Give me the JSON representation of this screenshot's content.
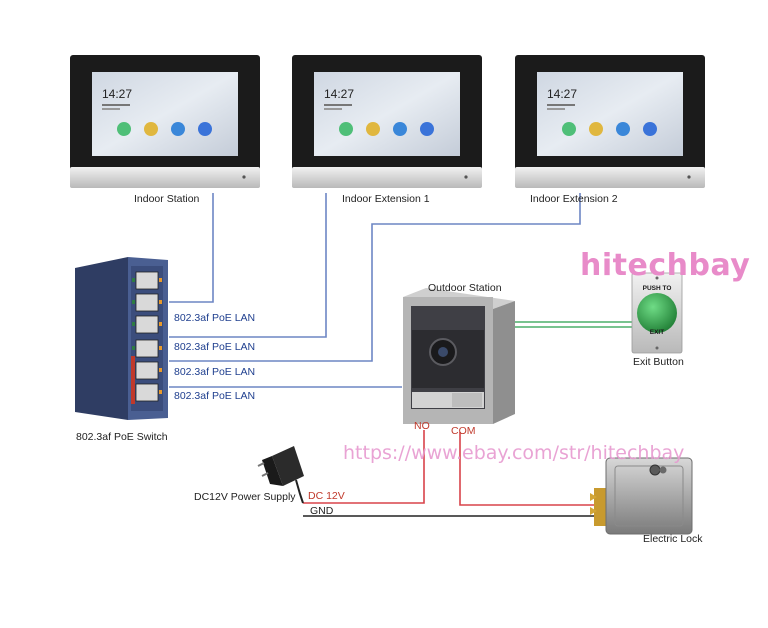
{
  "labels": {
    "indoor_station": "Indoor Station",
    "indoor_extension_1": "Indoor Extension 1",
    "indoor_extension_2": "Indoor Extension 2",
    "outdoor_station": "Outdoor Station",
    "exit_button": "Exit Button",
    "poe_switch": "802.3af PoE Switch",
    "power_supply": "DC12V Power Supply",
    "electric_lock": "Electric Lock",
    "poe_lan": [
      "802.3af PoE LAN",
      "802.3af PoE LAN",
      "802.3af PoE LAN",
      "802.3af PoE LAN"
    ],
    "no": "NO",
    "com": "COM",
    "dc12v": "DC 12V",
    "gnd": "GND"
  },
  "monitor": {
    "time": "14:27",
    "app_icons": [
      "call-icon",
      "message-icon",
      "live-view-icon",
      "settings-icon"
    ]
  },
  "exit_button": {
    "text_top": "PUSH TO",
    "text_bottom": "EXIT"
  },
  "watermark": {
    "brand": "hitechbay",
    "url": "https://www.ebay.com/str/hitechbay"
  },
  "colors": {
    "lan_wire": "#6d86c4",
    "red_wire": "#d9434a",
    "black_wire": "#222222",
    "green_wire": "#4caf6a",
    "watermark": "#e88bc9",
    "switch_body": "#3d4f7a",
    "button_green": "#2fa14a"
  }
}
